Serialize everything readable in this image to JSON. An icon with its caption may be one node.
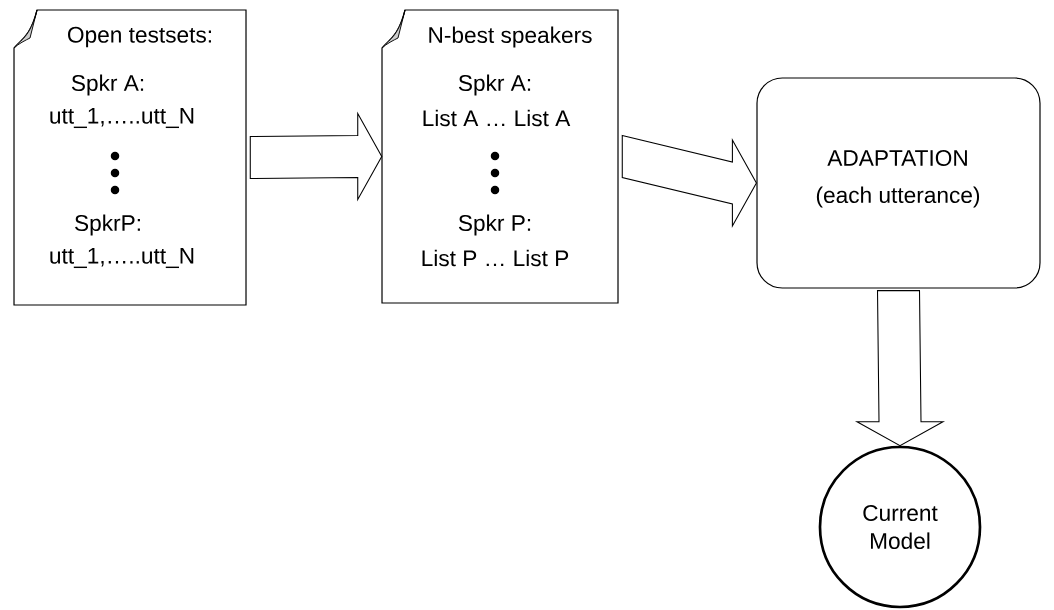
{
  "diagram": {
    "nodes": [
      {
        "text": [
          "Open testsets:",
          "Spkr A:",
          "utt_1,…..utt_N",
          "SpkrP:",
          "utt_1,…..utt_N"
        ]
      },
      {
        "text": [
          "N-best speakers",
          "Spkr A:",
          "List A … List A",
          "Spkr P:",
          "List P … List P"
        ]
      },
      {
        "text": [
          "ADAPTATION",
          "(each utterance)"
        ]
      },
      {
        "text": [
          "Current Model"
        ]
      }
    ],
    "edges": [
      {
        "from": 0,
        "to": 1,
        "arrow": "to"
      },
      {
        "from": 1,
        "to": 2,
        "arrow": "to"
      },
      {
        "from": 2,
        "to": 3,
        "arrow": "to"
      }
    ]
  }
}
